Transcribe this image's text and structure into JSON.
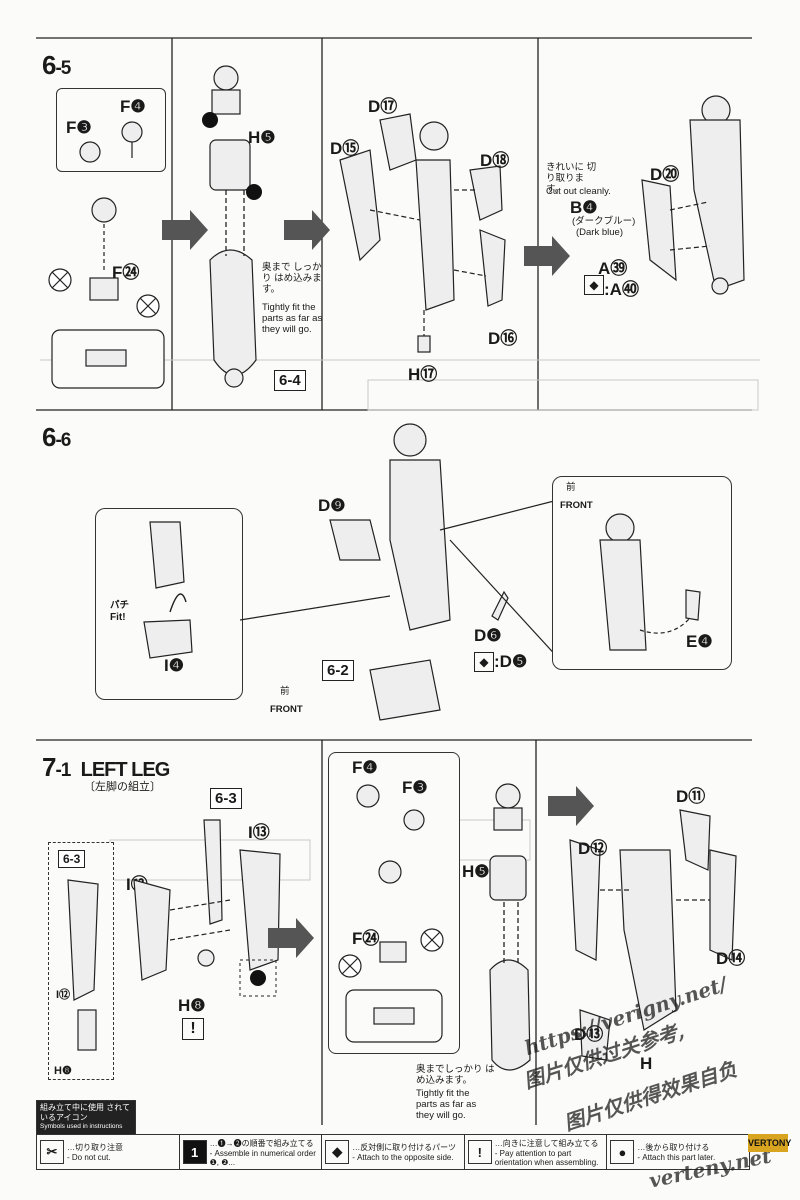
{
  "sections": {
    "s65": {
      "step_main": "6",
      "step_sub": "-5"
    },
    "s66": {
      "step_main": "6",
      "step_sub": "-6"
    },
    "s71": {
      "step_main": "7",
      "step_sub": "-1",
      "title": "LEFT LEG",
      "title_jp": "〔左脚の組立〕"
    }
  },
  "panel65": {
    "f4": "F❹",
    "f3": "F❸",
    "f24": "F㉔",
    "h5": "H❺",
    "d17": "D⑰",
    "d15": "D⑮",
    "d18": "D⑱",
    "d16": "D⑯",
    "h17": "H⑰",
    "d20": "D⑳",
    "b4": "B❹",
    "a39": "A㊴",
    "a40": ":A㊵",
    "note_jp": "奥まで しっかり はめ込みます。",
    "note_en": "Tightly fit the parts as far as they will go.",
    "ref": "6-4",
    "cut_jp": "きれいに 切り取ります。",
    "cut_en": "Cut out cleanly.",
    "dark_blue_jp": "(ダークブルー)",
    "dark_blue_en": "(Dark blue)"
  },
  "panel66": {
    "d9": "D❾",
    "d6": "D❻",
    "d5": ":D❺",
    "i4": "I❹",
    "e4": "E❹",
    "fit": "Fit!",
    "pachi": "パチ",
    "ref": "6-2",
    "front_jp": "前",
    "front_en": "FRONT"
  },
  "panel71": {
    "ref1": "6-3",
    "ref2": "6-3",
    "i13": "I⑬",
    "i12": "I⑫",
    "i12b": "I⑫",
    "h8": "H❽",
    "h8b": "H❽",
    "f4": "F❹",
    "f3": "F❸",
    "f24": "F㉔",
    "h5": "H❺",
    "d11": "D⑪",
    "d12": "D⑫",
    "d14": "D⑭",
    "d13": "D⑬",
    "h": "H",
    "note_jp": "奥までしっかり はめ込みます。",
    "note_en": "Tightly fit the parts as far as they will go."
  },
  "legend": {
    "title_jp": "組み立て中に使用 されているアイコン",
    "title_en": "Symbols used in instructions",
    "items": [
      {
        "icon": "scissors-icon",
        "jp": "…切り取り注意",
        "en": "- Do not cut."
      },
      {
        "icon": "number-order-icon",
        "jp": "…❶→❷の順番で組み立てる",
        "en": "- Assemble in numerical order ❶, ❷..."
      },
      {
        "icon": "opposite-side-icon",
        "jp": "…反対側に取り付けるパーツ",
        "en": "- Attach to the opposite side."
      },
      {
        "icon": "exclamation-icon",
        "jp": "…向きに注意して組み立てる",
        "en": "- Pay attention to part orientation when assembling."
      },
      {
        "icon": "later-icon",
        "jp": "…後から取り付ける",
        "en": "- Attach this part later."
      }
    ]
  },
  "watermarks": {
    "url": "https://verigny.net/",
    "cn1": "图片仅供过关参考,",
    "cn2": "图片仅供得效果自负",
    "site": "verteny.net",
    "tag": "VERTONY"
  }
}
